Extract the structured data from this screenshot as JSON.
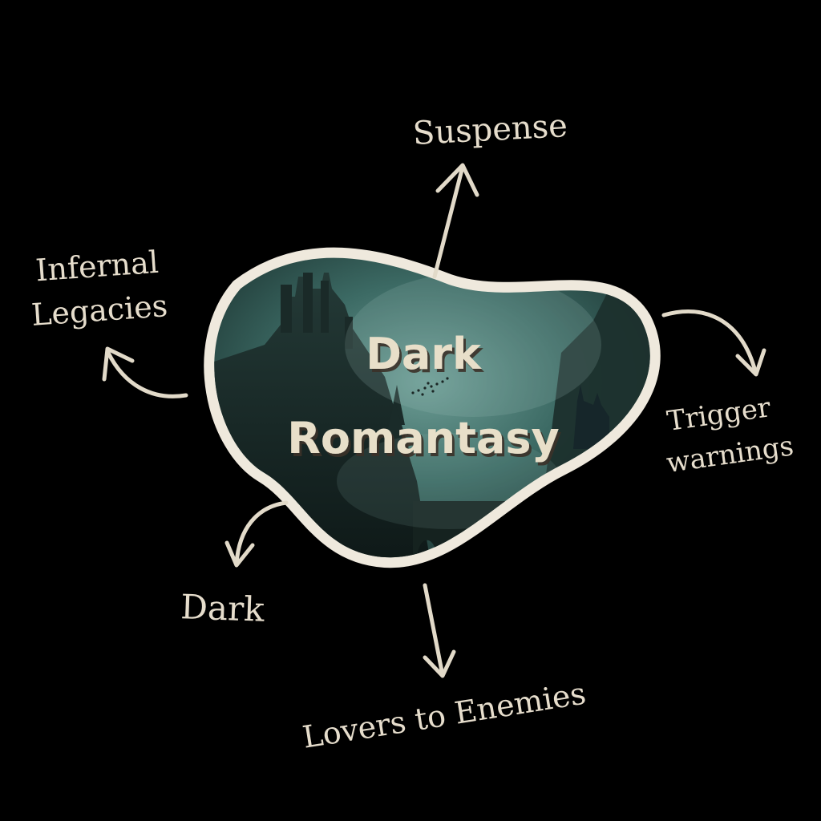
{
  "center": {
    "title_line1": "Dark",
    "title_line2": "Romantasy"
  },
  "branches": {
    "suspense": "Suspense",
    "infernal_line1": "Infernal",
    "infernal_line2": "Legacies",
    "trigger_line1": "Trigger",
    "trigger_line2": "warnings",
    "dark": "Dark",
    "lovers": "Lovers to Enemies"
  },
  "colors": {
    "background": "#000000",
    "text": "#e6ddcc",
    "frame": "#efe9dd",
    "image_tint": "#2e5a55"
  }
}
